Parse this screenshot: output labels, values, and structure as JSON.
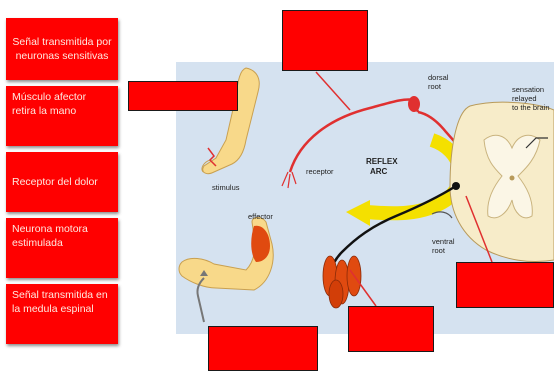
{
  "answer_cards": [
    {
      "text": "Señal transmitida por neuronas sensitivas"
    },
    {
      "text": "Músculo afector retira la mano"
    },
    {
      "text": "Receptor del dolor"
    },
    {
      "text": "Neurona motora estimulada"
    },
    {
      "text": "Señal transmitida en la medula espinal"
    }
  ],
  "diagram": {
    "labels": {
      "stimulus": "stimulus",
      "effector": "effector",
      "receptor": "receptor",
      "reflex_line1": "REFLEX",
      "reflex_line2": "ARC",
      "dorsal_line1": "dorsal",
      "dorsal_line2": "root",
      "ventral_line1": "ventral",
      "ventral_line2": "root",
      "sensation_line1": "sensation",
      "sensation_line2": "relayed",
      "sensation_line3": "to the brain"
    }
  },
  "colors": {
    "card_red": "#ff0000",
    "panel_blue": "#d5e2f0",
    "nerve_red": "#e03030",
    "arrow_yellow": "#f4e000",
    "spinal_cream": "#f7ecc9",
    "skin": "#f8d98a",
    "muscle": "#e04a10"
  }
}
